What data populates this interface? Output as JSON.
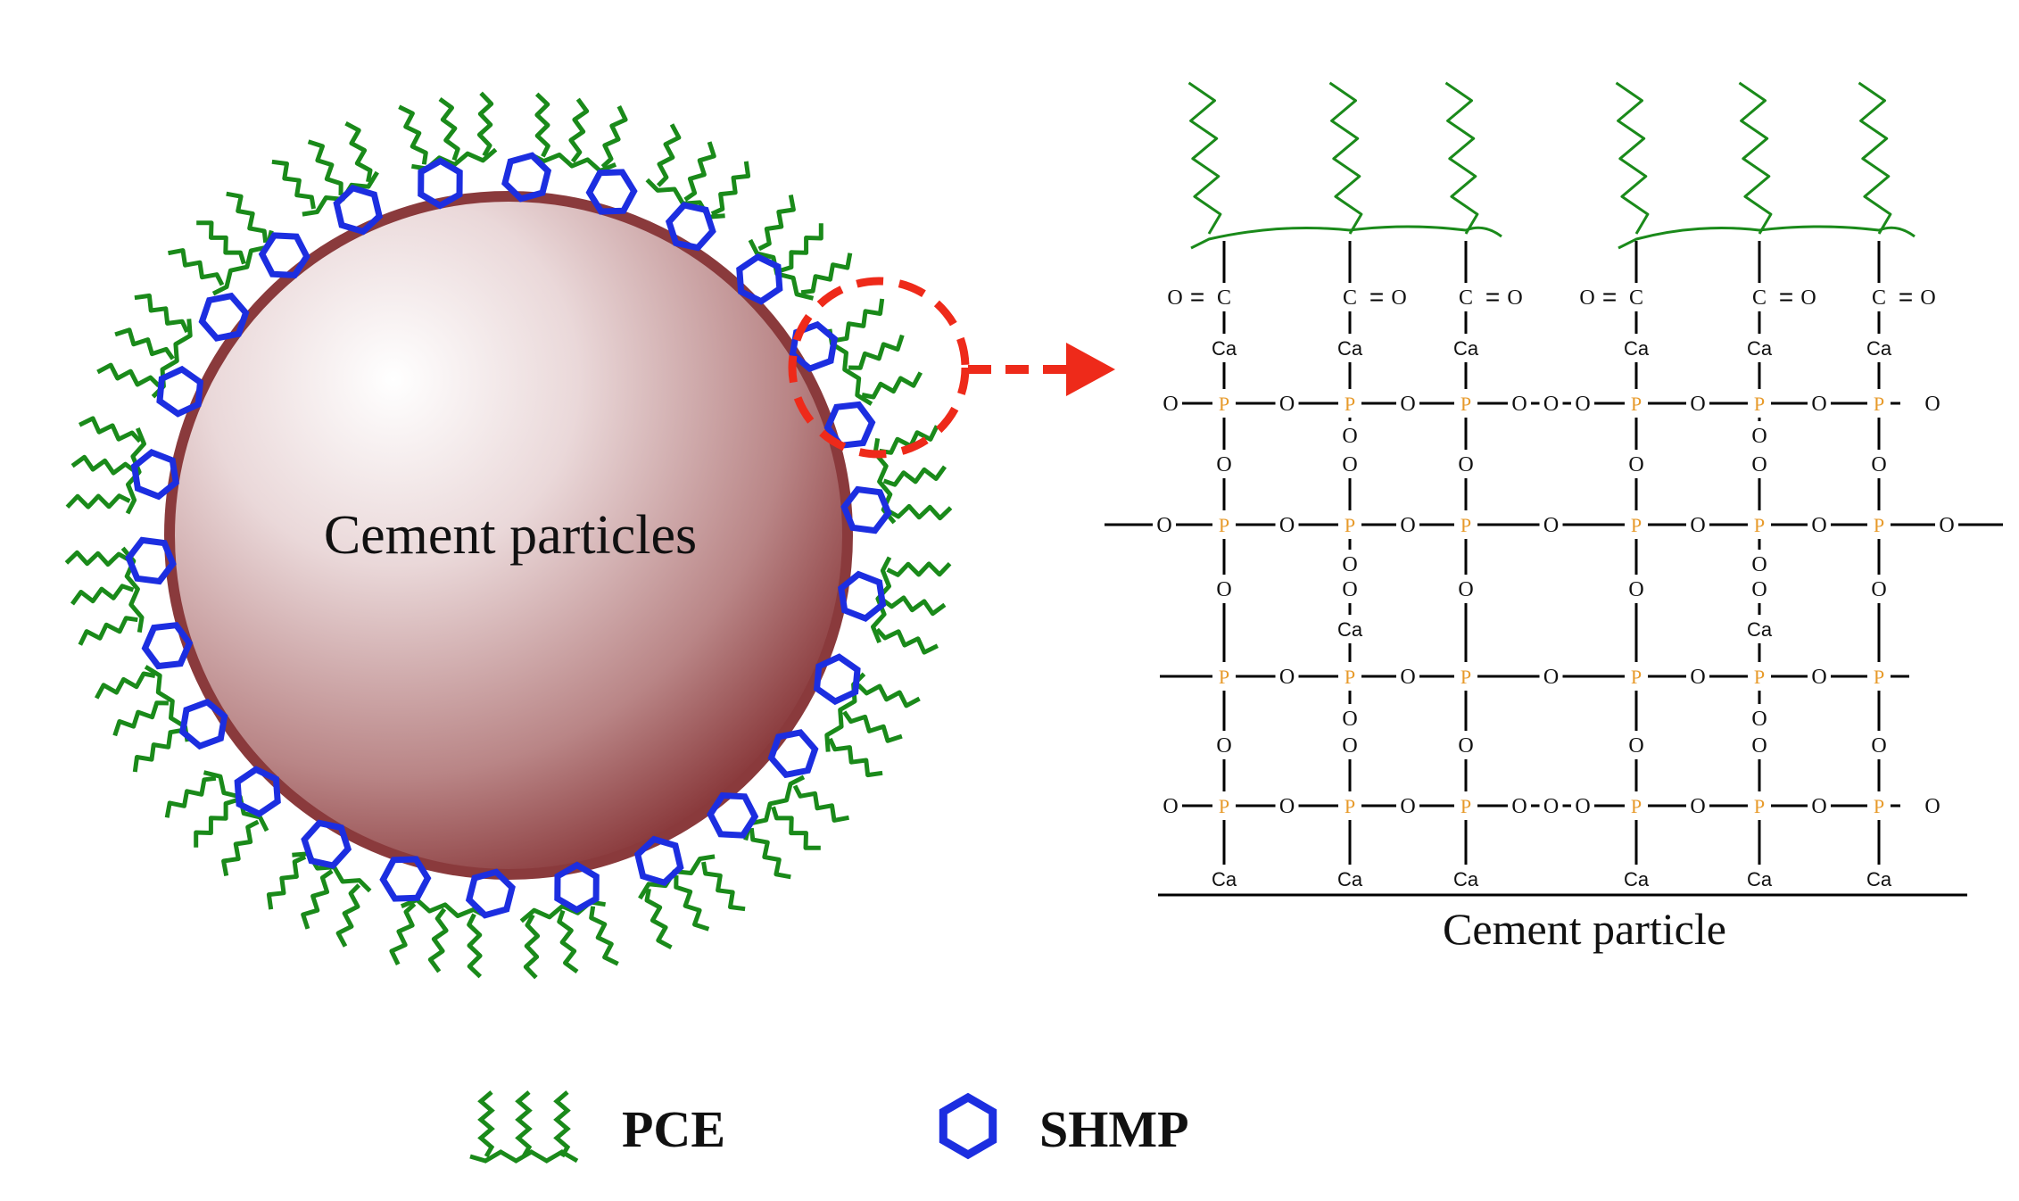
{
  "left_panel": {
    "particle_label": "Cement particles"
  },
  "right_panel": {
    "surface_label": "Cement particle",
    "atoms": {
      "oxygen": "O",
      "calcium": "Ca",
      "phosphorus": "P",
      "carbon": "C"
    },
    "bonds": {
      "single": "—",
      "double": "="
    }
  },
  "legend": {
    "items": [
      {
        "key": "pce",
        "label": "PCE"
      },
      {
        "key": "shmp",
        "label": "SHMP"
      }
    ]
  },
  "colors": {
    "pce_green": "#1a8a1a",
    "shmp_blue": "#1c2ee0",
    "arrow_red": "#ee2a1a",
    "phosphorus_orange": "#e79a2a",
    "particle_dark": "#8a3a3c",
    "particle_light": "#ffffff"
  }
}
